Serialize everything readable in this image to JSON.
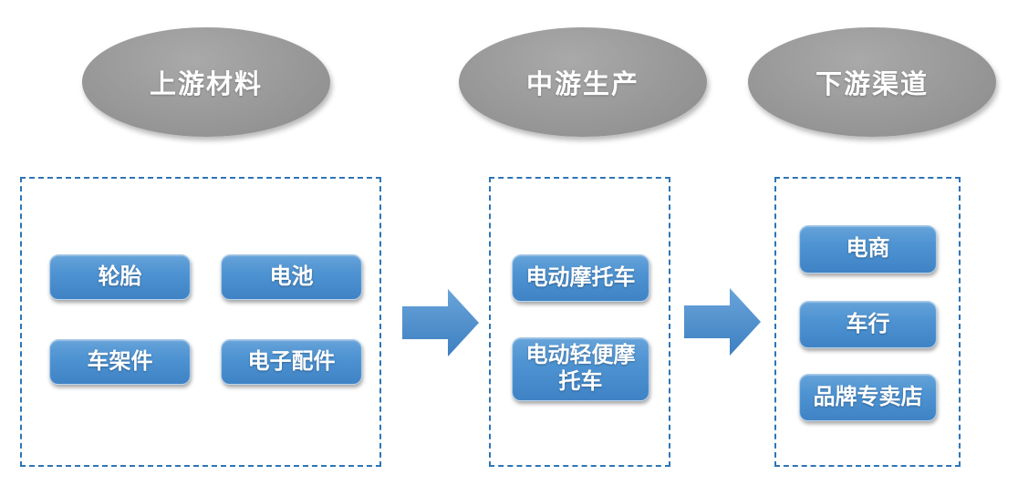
{
  "diagram": {
    "stages": [
      {
        "id": "upstream",
        "title": "上游材料",
        "items": [
          "轮胎",
          "电池",
          "车架件",
          "电子配件"
        ]
      },
      {
        "id": "midstream",
        "title": "中游生产",
        "items": [
          "电动摩托车",
          "电动轻便摩托车"
        ]
      },
      {
        "id": "downstream",
        "title": "下游渠道",
        "items": [
          "电商",
          "车行",
          "品牌专卖店"
        ]
      }
    ],
    "arrows": {
      "icon": "right-block-arrow",
      "count": 2
    },
    "colors": {
      "stage_ellipse_gray": "#979797",
      "item_blue": "#4e93d2",
      "panel_dashed_border": "#2e75b6",
      "arrow_blue": "#4a8bc9",
      "text": "#ffffff"
    }
  }
}
